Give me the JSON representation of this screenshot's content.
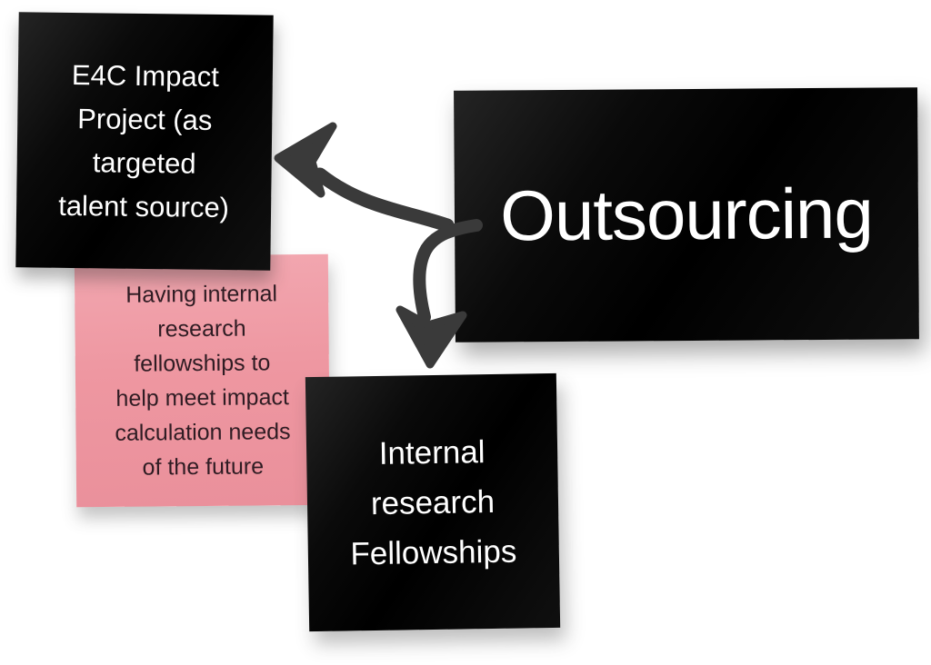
{
  "board": {
    "background": "#ffffff",
    "notes": {
      "e4c": {
        "lines": [
          "E4C Impact",
          "Project (as",
          "targeted",
          "talent source)"
        ],
        "bg": "#0a0a0a",
        "text_color": "#ffffff"
      },
      "pink": {
        "lines": [
          "Having internal",
          "research",
          "fellowships to",
          "help meet impact",
          "calculation needs",
          "of the future"
        ],
        "bg": "#ee97a1",
        "text_color": "#2f1c23"
      },
      "outsourcing": {
        "label": "Outsourcing",
        "bg": "#050505",
        "text_color": "#ffffff"
      },
      "internal": {
        "lines": [
          "Internal",
          "research",
          "Fellowships"
        ],
        "bg": "#0a0a0a",
        "text_color": "#ffffff"
      }
    },
    "arrows": {
      "color": "#3a3a3a",
      "items": [
        {
          "from": "Outsourcing",
          "to": "E4C Impact Project (as targeted talent source)",
          "direction": "up-left"
        },
        {
          "from": "Outsourcing",
          "to": "Internal research Fellowships",
          "direction": "down"
        }
      ]
    }
  }
}
